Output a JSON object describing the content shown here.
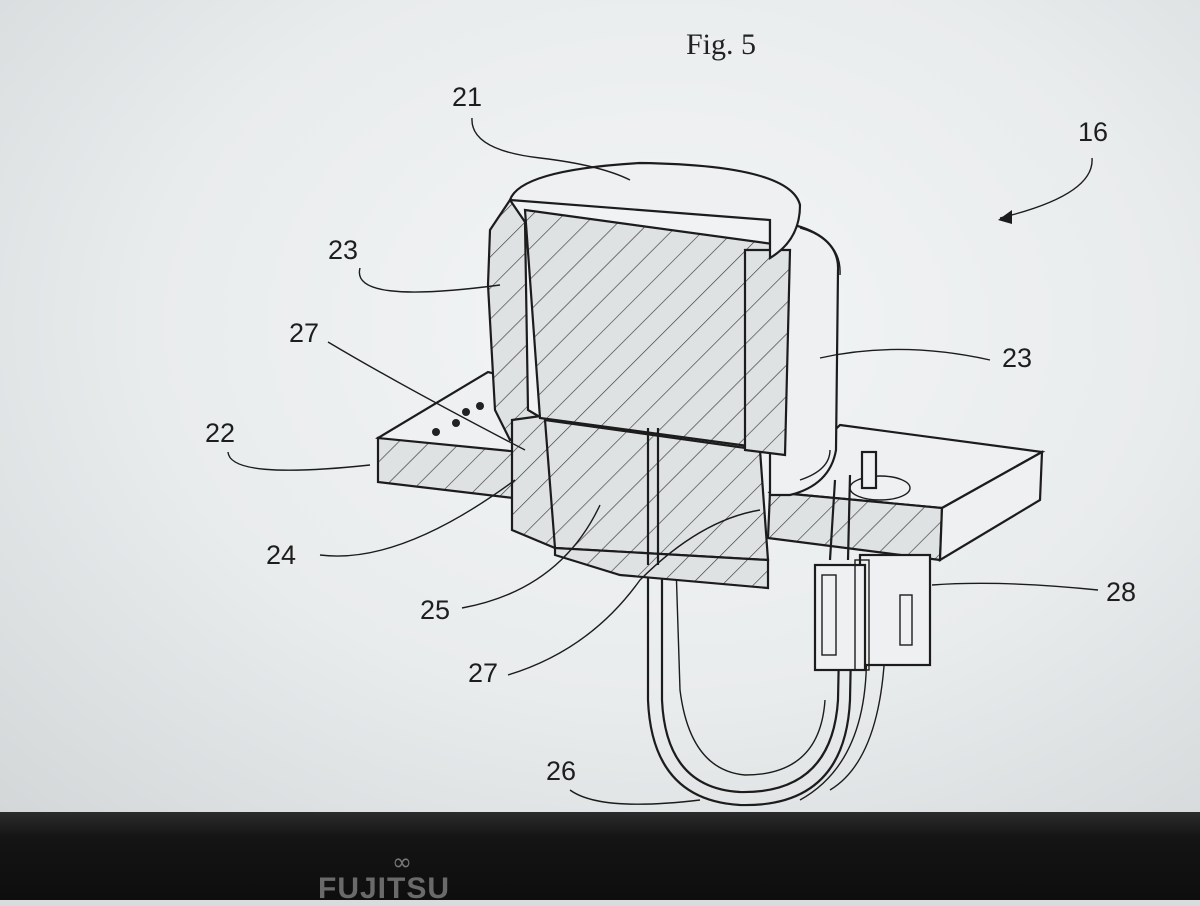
{
  "figure": {
    "title": "Fig. 5",
    "references": {
      "r16": "16",
      "r21": "21",
      "r22": "22",
      "r23_left": "23",
      "r23_right": "23",
      "r24": "24",
      "r25": "25",
      "r26": "26",
      "r27_upper": "27",
      "r27_lower": "27",
      "r28": "28"
    }
  },
  "bezel": {
    "brand": "FUJITSU",
    "brand_mark": "∞"
  }
}
